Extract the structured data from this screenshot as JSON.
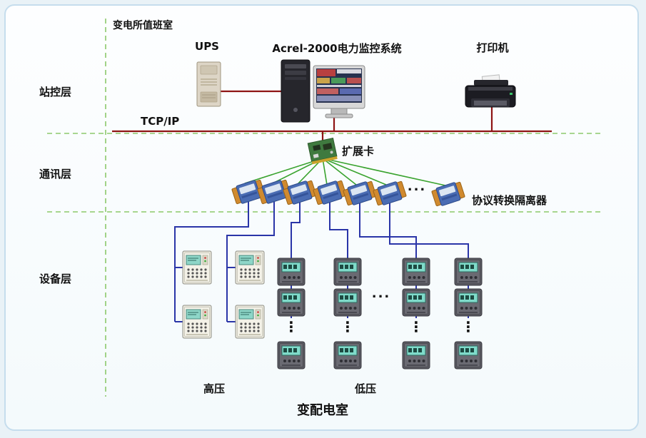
{
  "diagram": {
    "top_room_label": "变电所值班室",
    "bottom_room_label": "变配电室",
    "network_label": "TCP/IP",
    "layers": {
      "station": "站控层",
      "communication": "通讯层",
      "device": "设备层"
    },
    "station_devices": {
      "ups_label": "UPS",
      "scada_label": "Acrel-2000电力监控系统",
      "printer_label": "打印机"
    },
    "communication_devices": {
      "expansion_card_label": "扩展卡",
      "isolator_label": "协议转换隔离器",
      "ellipsis": "..."
    },
    "device_area": {
      "high_voltage_label": "高压",
      "low_voltage_label": "低压",
      "ellipsis_horizontal": "...",
      "ellipsis_vertical": "⋮"
    },
    "colors": {
      "bus": "#8e1414",
      "fan": "#3aa32f",
      "tree": "#2a35a8",
      "separator": "#8cc96b",
      "frame_border": "#c5dded",
      "background": "#e9f2f7"
    }
  }
}
